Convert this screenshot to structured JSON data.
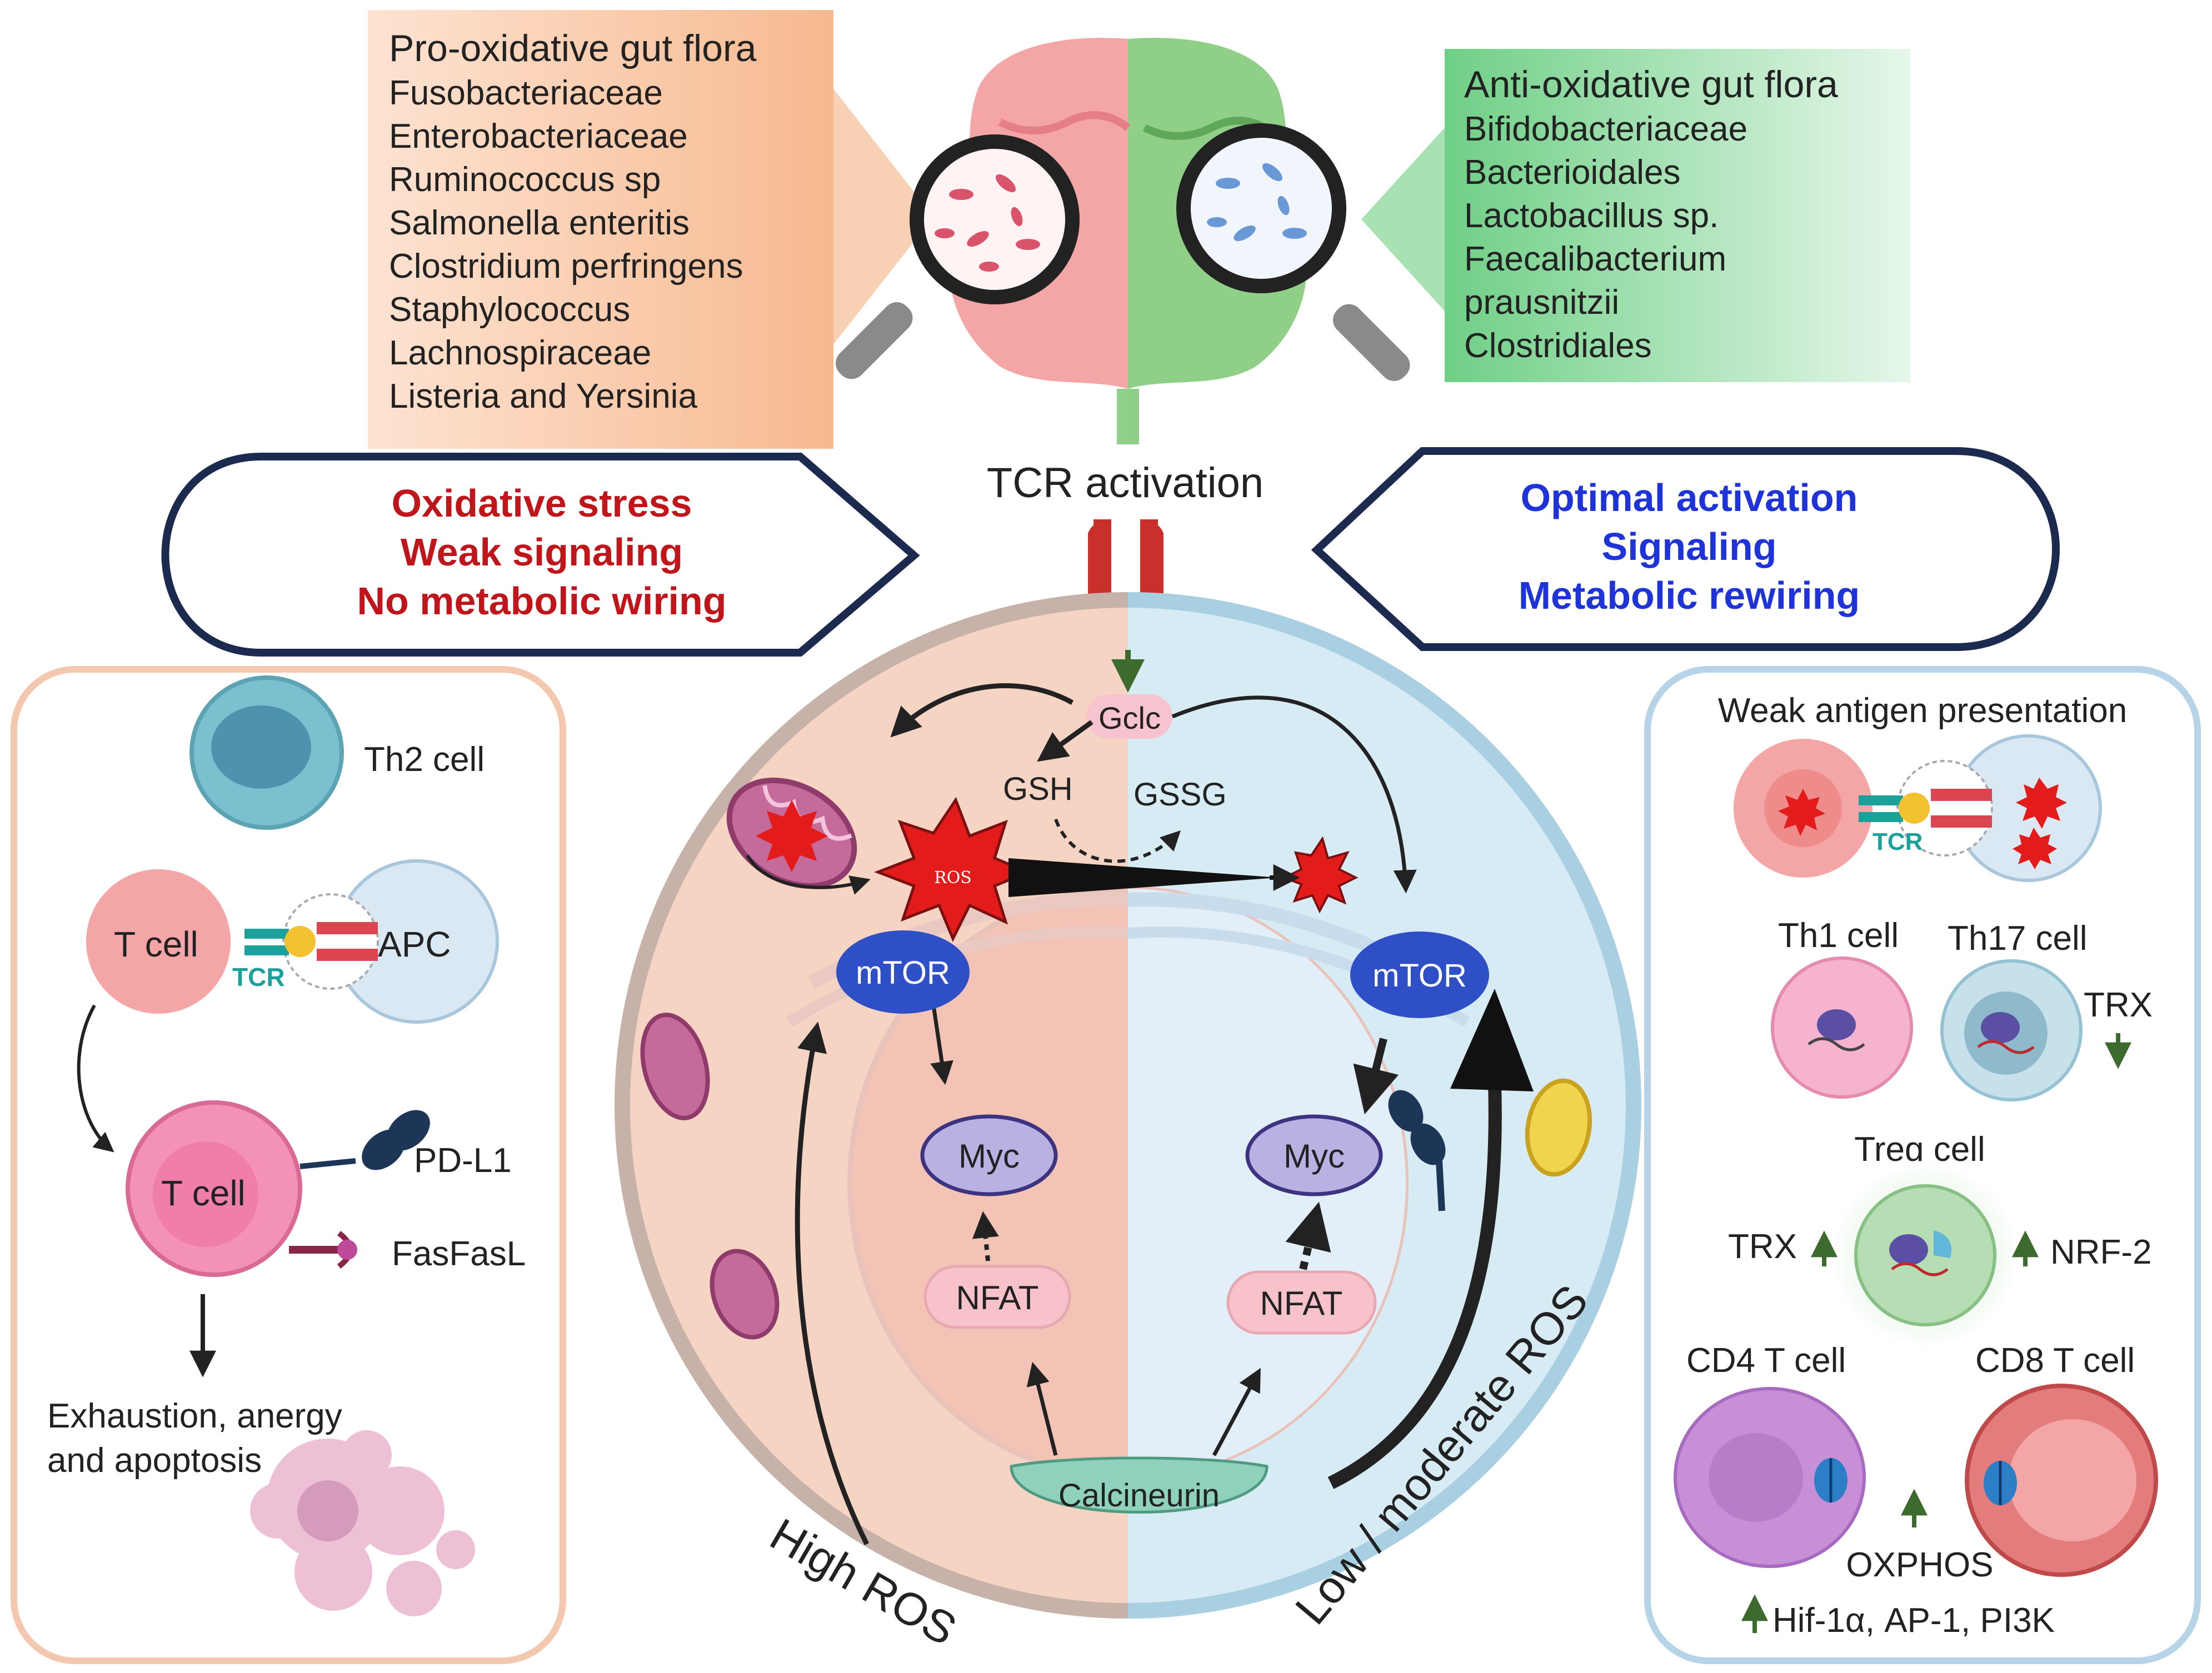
{
  "pro_flora": {
    "title": "Pro-oxidative gut flora",
    "items": [
      "Fusobacteriaceae",
      "Enterobacteriaceae",
      "Ruminococcus sp",
      "Salmonella enteritis",
      "Clostridium perfringens",
      "Staphylococcus",
      "Lachnospiraceae",
      "Listeria and Yersinia"
    ]
  },
  "anti_flora": {
    "title": "Anti-oxidative gut flora",
    "items": [
      "Bifidobacteriaceae",
      "Bacterioidales",
      "Lactobacillus sp.",
      "Faecalibacterium",
      "prausnitzii",
      "Clostridiales"
    ]
  },
  "tcr_activation": "TCR activation",
  "left_banner": [
    "Oxidative stress",
    "Weak signaling",
    "No metabolic wiring"
  ],
  "right_banner": [
    "Optimal activation",
    "Signaling",
    "Metabolic rewiring"
  ],
  "cell": {
    "gclc": "Gclc",
    "gsh": "GSH",
    "gssg": "GSSG",
    "ros": "ROS",
    "mtor": "mTOR",
    "myc": "Myc",
    "nfat": "NFAT",
    "calcineurin": "Calcineurin",
    "high_ros": "High ROS",
    "low_ros": "Low / moderate ROS"
  },
  "left_panel": {
    "th2": "Th2 cell",
    "tcell": "T cell",
    "tcr": "TCR",
    "apc": "APC",
    "tcell2": "T cell",
    "pdl1": "PD-L1",
    "fasfasl": "FasFasL",
    "outcome_1": "Exhaustion, anergy",
    "outcome_2": "and apoptosis"
  },
  "right_panel": {
    "weak_antigen": "Weak antigen presentation",
    "tcr": "TCR",
    "th1": "Th1 cell",
    "th17": "Th17 cell",
    "trx_down": "TRX",
    "treg": "Treg cell",
    "trx_up": "TRX",
    "nrf2": "NRF-2",
    "cd4": "CD4 T cell",
    "cd8": "CD8 T cell",
    "oxphos": "OXPHOS",
    "hif": "Hif-1α, AP-1, PI3K"
  },
  "colors": {
    "pro_box": "#f7b98f",
    "anti_box": "#7fd592",
    "left_banner_text": "#c0161b",
    "right_banner_text": "#1e34d8",
    "banner_border": "#1d2a4f",
    "left_cell_bg": "#f7d5c4",
    "right_cell_bg": "#d6eaf4",
    "mtor": "#2f4fc7",
    "myc": "#b9b1e2",
    "nfat": "#f7c2c9",
    "calcineurin": "#8fd1bc",
    "ros": "#e31b1b",
    "tcr_receptor": "#c9302c"
  }
}
